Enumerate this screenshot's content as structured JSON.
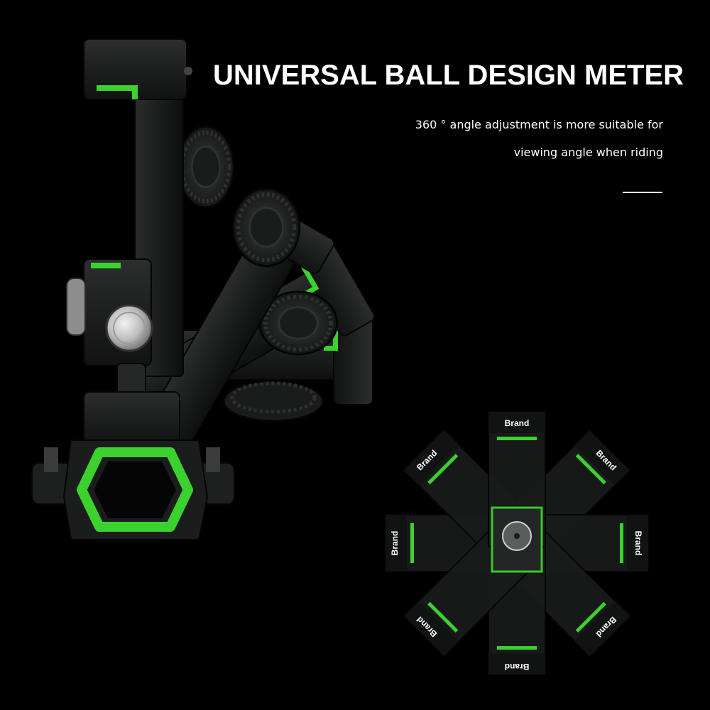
{
  "headline": "UNIVERSAL BALL DESIGN METER",
  "description": {
    "line1": "360 ° angle adjustment is more suitable for",
    "line2": "viewing angle when riding"
  },
  "brand_label": "Brand",
  "colors": {
    "background": "#000000",
    "accent_green": "#3bd12e",
    "body_dark": "#1b1d1c",
    "text": "#ffffff"
  }
}
